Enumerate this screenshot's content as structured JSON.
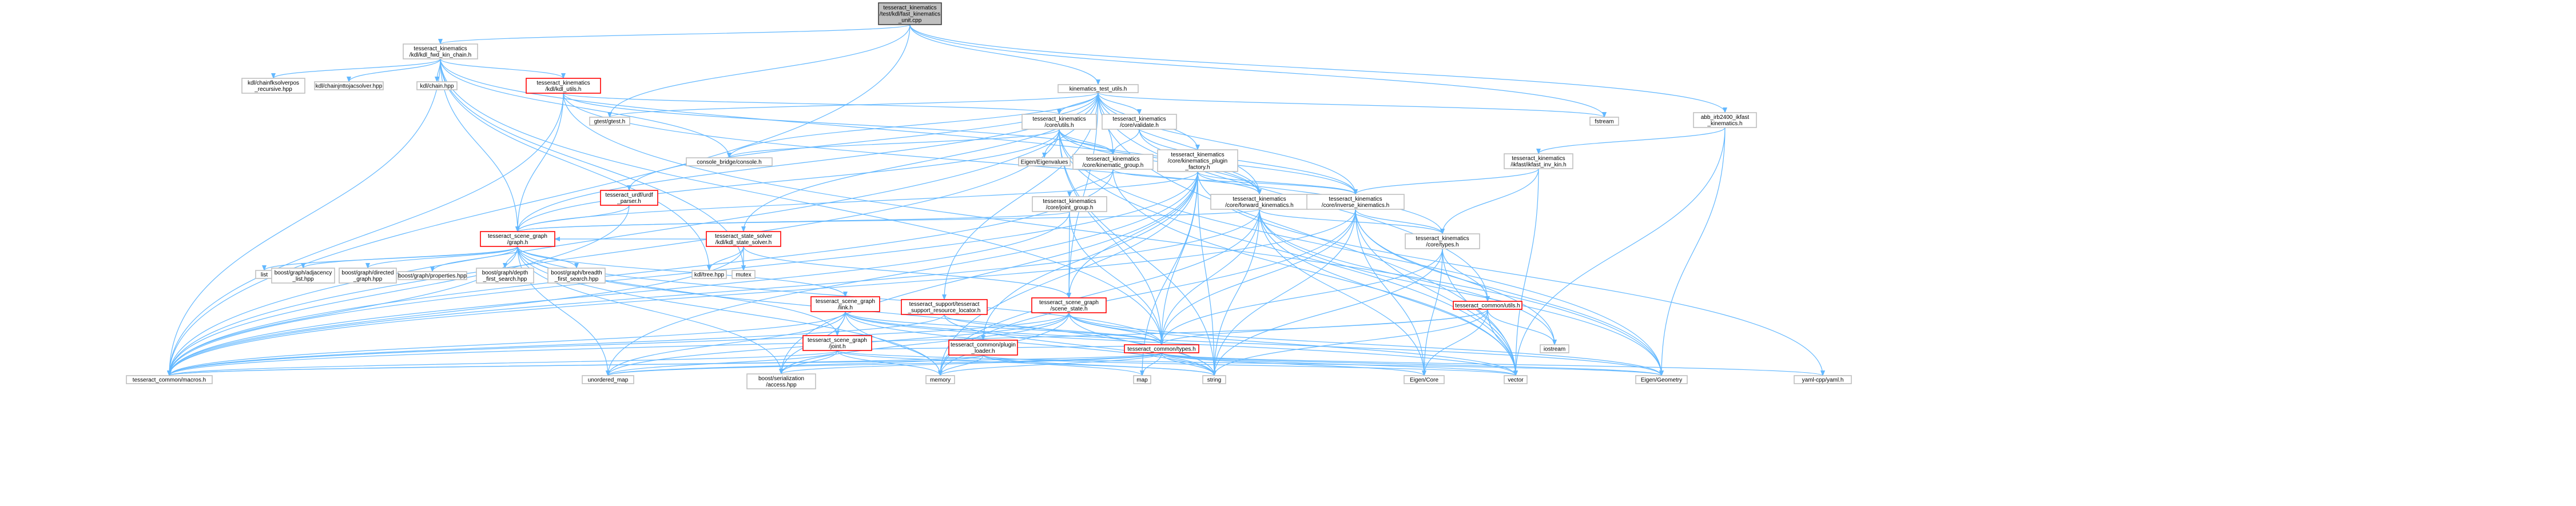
{
  "title": "",
  "colors": {
    "edge": "#63b8ff",
    "node_border": "#bfbfbf",
    "node_border_red": "#ff0000",
    "root_fill": "#bfbfbf",
    "background": "#ffffff"
  },
  "nodes": [
    {
      "id": "root",
      "lines": [
        "tesseract_kinematics",
        "/test/kdl/fast_kinematics",
        "_unit.cpp"
      ],
      "style": "root"
    },
    {
      "id": "kdl_fwd",
      "lines": [
        "tesseract_kinematics",
        "/kdl/kdl_fwd_kin_chain.h"
      ],
      "style": "gray"
    },
    {
      "id": "kin_test_utils",
      "lines": [
        "kinematics_test_utils.h"
      ],
      "style": "gray"
    },
    {
      "id": "fstream",
      "lines": [
        "fstream"
      ],
      "style": "gray"
    },
    {
      "id": "abb_irb",
      "lines": [
        "abb_irb2400_ikfast",
        "_kinematics.h"
      ],
      "style": "gray"
    },
    {
      "id": "kdl_fk_rec",
      "lines": [
        "kdl/chainfksolverpos",
        "_recursive.hpp"
      ],
      "style": "gray"
    },
    {
      "id": "kdl_jac",
      "lines": [
        "kdl/chainjnttojacsolver.hpp"
      ],
      "style": "gray"
    },
    {
      "id": "kdl_chain",
      "lines": [
        "kdl/chain.hpp"
      ],
      "style": "gray"
    },
    {
      "id": "kdl_utils",
      "lines": [
        "tesseract_kinematics",
        "/kdl/kdl_utils.h"
      ],
      "style": "red"
    },
    {
      "id": "gtest",
      "lines": [
        "gtest/gtest.h"
      ],
      "style": "gray"
    },
    {
      "id": "core_utils",
      "lines": [
        "tesseract_kinematics",
        "/core/utils.h"
      ],
      "style": "gray"
    },
    {
      "id": "core_validate",
      "lines": [
        "tesseract_kinematics",
        "/core/validate.h"
      ],
      "style": "gray"
    },
    {
      "id": "console",
      "lines": [
        "console_bridge/console.h"
      ],
      "style": "gray"
    },
    {
      "id": "eigenvalues",
      "lines": [
        "Eigen/Eigenvalues"
      ],
      "style": "gray"
    },
    {
      "id": "kin_group",
      "lines": [
        "tesseract_kinematics",
        "/core/kinematic_group.h"
      ],
      "style": "gray"
    },
    {
      "id": "plugin_factory",
      "lines": [
        "tesseract_kinematics",
        "/core/kinematics_plugin",
        "_factory.h"
      ],
      "style": "gray"
    },
    {
      "id": "ikfast_inv",
      "lines": [
        "tesseract_kinematics",
        "/ikfast/ikfast_inv_kin.h"
      ],
      "style": "gray"
    },
    {
      "id": "urdf_parser",
      "lines": [
        "tesseract_urdf/urdf",
        "_parser.h"
      ],
      "style": "red"
    },
    {
      "id": "joint_group",
      "lines": [
        "tesseract_kinematics",
        "/core/joint_group.h"
      ],
      "style": "gray"
    },
    {
      "id": "fwd_kin",
      "lines": [
        "tesseract_kinematics",
        "/core/forward_kinematics.h"
      ],
      "style": "gray"
    },
    {
      "id": "inv_kin",
      "lines": [
        "tesseract_kinematics",
        "/core/inverse_kinematics.h"
      ],
      "style": "gray"
    },
    {
      "id": "sg_graph",
      "lines": [
        "tesseract_scene_graph",
        "/graph.h"
      ],
      "style": "red"
    },
    {
      "id": "state_solver",
      "lines": [
        "tesseract_state_solver",
        "/kdl/kdl_state_solver.h"
      ],
      "style": "red"
    },
    {
      "id": "core_types",
      "lines": [
        "tesseract_kinematics",
        "/core/types.h"
      ],
      "style": "gray"
    },
    {
      "id": "list",
      "lines": [
        "list"
      ],
      "style": "gray"
    },
    {
      "id": "bg_adj",
      "lines": [
        "boost/graph/adjacency",
        "_list.hpp"
      ],
      "style": "gray"
    },
    {
      "id": "bg_dir",
      "lines": [
        "boost/graph/directed",
        "_graph.hpp"
      ],
      "style": "gray"
    },
    {
      "id": "bg_props",
      "lines": [
        "boost/graph/properties.hpp"
      ],
      "style": "gray"
    },
    {
      "id": "bg_dfs",
      "lines": [
        "boost/graph/depth",
        "_first_search.hpp"
      ],
      "style": "gray"
    },
    {
      "id": "bg_bfs",
      "lines": [
        "boost/graph/breadth",
        "_first_search.hpp"
      ],
      "style": "gray"
    },
    {
      "id": "kdl_tree",
      "lines": [
        "kdl/tree.hpp"
      ],
      "style": "gray"
    },
    {
      "id": "mutex",
      "lines": [
        "mutex"
      ],
      "style": "gray"
    },
    {
      "id": "sg_link",
      "lines": [
        "tesseract_scene_graph",
        "/link.h"
      ],
      "style": "red"
    },
    {
      "id": "res_locator",
      "lines": [
        "tesseract_support/tesseract",
        "_support_resource_locator.h"
      ],
      "style": "red"
    },
    {
      "id": "sg_state",
      "lines": [
        "tesseract_scene_graph",
        "/scene_state.h"
      ],
      "style": "red"
    },
    {
      "id": "common_utils",
      "lines": [
        "tesseract_common/utils.h"
      ],
      "style": "red"
    },
    {
      "id": "sg_joint",
      "lines": [
        "tesseract_scene_graph",
        "/joint.h"
      ],
      "style": "red"
    },
    {
      "id": "plugin_loader",
      "lines": [
        "tesseract_common/plugin",
        "_loader.h"
      ],
      "style": "red"
    },
    {
      "id": "common_types",
      "lines": [
        "tesseract_common/types.h"
      ],
      "style": "red"
    },
    {
      "id": "iostream",
      "lines": [
        "iostream"
      ],
      "style": "gray"
    },
    {
      "id": "macros",
      "lines": [
        "tesseract_common/macros.h"
      ],
      "style": "gray"
    },
    {
      "id": "unordered_map",
      "lines": [
        "unordered_map"
      ],
      "style": "gray"
    },
    {
      "id": "serialization",
      "lines": [
        "boost/serialization",
        "/access.hpp"
      ],
      "style": "gray"
    },
    {
      "id": "memory",
      "lines": [
        "memory"
      ],
      "style": "gray"
    },
    {
      "id": "map",
      "lines": [
        "map"
      ],
      "style": "gray"
    },
    {
      "id": "string",
      "lines": [
        "string"
      ],
      "style": "gray"
    },
    {
      "id": "eigen_core",
      "lines": [
        "Eigen/Core"
      ],
      "style": "gray"
    },
    {
      "id": "vector",
      "lines": [
        "vector"
      ],
      "style": "gray"
    },
    {
      "id": "eigen_geometry",
      "lines": [
        "Eigen/Geometry"
      ],
      "style": "gray"
    },
    {
      "id": "yaml",
      "lines": [
        "yaml-cpp/yaml.h"
      ],
      "style": "gray"
    }
  ],
  "edges": [
    [
      "root",
      "kdl_fwd"
    ],
    [
      "root",
      "kin_test_utils"
    ],
    [
      "root",
      "fstream"
    ],
    [
      "root",
      "abb_irb"
    ],
    [
      "root",
      "gtest"
    ],
    [
      "root",
      "macros"
    ],
    [
      "kdl_fwd",
      "kdl_fk_rec"
    ],
    [
      "kdl_fwd",
      "kdl_jac"
    ],
    [
      "kdl_fwd",
      "kdl_chain"
    ],
    [
      "kdl_fwd",
      "kdl_utils"
    ],
    [
      "kdl_fwd",
      "mutex"
    ],
    [
      "kdl_fwd",
      "console"
    ],
    [
      "kdl_fwd",
      "fwd_kin"
    ],
    [
      "kdl_fwd",
      "sg_graph"
    ],
    [
      "kdl_fwd",
      "kdl_tree"
    ],
    [
      "kdl_fwd",
      "macros"
    ],
    [
      "kdl_fwd",
      "common_types"
    ],
    [
      "kdl_utils",
      "sg_graph"
    ],
    [
      "kdl_utils",
      "core_utils"
    ],
    [
      "kdl_utils",
      "core_types"
    ],
    [
      "kdl_utils",
      "kin_group"
    ],
    [
      "kdl_utils",
      "eigen_geometry"
    ],
    [
      "kdl_utils",
      "macros"
    ],
    [
      "kin_test_utils",
      "gtest"
    ],
    [
      "kin_test_utils",
      "fstream"
    ],
    [
      "kin_test_utils",
      "core_utils"
    ],
    [
      "kin_test_utils",
      "core_validate"
    ],
    [
      "kin_test_utils",
      "plugin_factory"
    ],
    [
      "kin_test_utils",
      "kin_group"
    ],
    [
      "kin_test_utils",
      "fwd_kin"
    ],
    [
      "kin_test_utils",
      "inv_kin"
    ],
    [
      "kin_test_utils",
      "sg_graph"
    ],
    [
      "kin_test_utils",
      "state_solver"
    ],
    [
      "kin_test_utils",
      "res_locator"
    ],
    [
      "kin_test_utils",
      "urdf_parser"
    ],
    [
      "kin_test_utils",
      "macros"
    ],
    [
      "kin_test_utils",
      "common_utils"
    ],
    [
      "kin_test_utils",
      "vector"
    ],
    [
      "kin_test_utils",
      "console"
    ],
    [
      "kin_test_utils",
      "sg_state"
    ],
    [
      "abb_irb",
      "ikfast_inv"
    ],
    [
      "abb_irb",
      "vector"
    ],
    [
      "abb_irb",
      "eigen_geometry"
    ],
    [
      "core_utils",
      "console"
    ],
    [
      "core_utils",
      "eigenvalues"
    ],
    [
      "core_utils",
      "kin_group"
    ],
    [
      "core_utils",
      "fwd_kin"
    ],
    [
      "core_utils",
      "inv_kin"
    ],
    [
      "core_utils",
      "sg_graph"
    ],
    [
      "core_utils",
      "common_types"
    ],
    [
      "core_utils",
      "macros"
    ],
    [
      "core_utils",
      "eigen_geometry"
    ],
    [
      "core_utils",
      "vector"
    ],
    [
      "core_utils",
      "string"
    ],
    [
      "core_validate",
      "kin_group"
    ],
    [
      "core_validate",
      "fwd_kin"
    ],
    [
      "core_validate",
      "inv_kin"
    ],
    [
      "kin_group",
      "joint_group"
    ],
    [
      "kin_group",
      "inv_kin"
    ],
    [
      "kin_group",
      "macros"
    ],
    [
      "kin_group",
      "vector"
    ],
    [
      "plugin_factory",
      "fwd_kin"
    ],
    [
      "plugin_factory",
      "inv_kin"
    ],
    [
      "plugin_factory",
      "sg_graph"
    ],
    [
      "plugin_factory",
      "sg_state"
    ],
    [
      "plugin_factory",
      "plugin_loader"
    ],
    [
      "plugin_factory",
      "common_types"
    ],
    [
      "plugin_factory",
      "yaml"
    ],
    [
      "plugin_factory",
      "memory"
    ],
    [
      "plugin_factory",
      "map"
    ],
    [
      "plugin_factory",
      "string"
    ],
    [
      "plugin_factory",
      "unordered_map"
    ],
    [
      "plugin_factory",
      "serialization"
    ],
    [
      "plugin_factory",
      "macros"
    ],
    [
      "ikfast_inv",
      "inv_kin"
    ],
    [
      "ikfast_inv",
      "core_types"
    ],
    [
      "ikfast_inv",
      "vector"
    ],
    [
      "urdf_parser",
      "sg_graph"
    ],
    [
      "urdf_parser",
      "macros"
    ],
    [
      "joint_group",
      "sg_graph"
    ],
    [
      "joint_group",
      "sg_state"
    ],
    [
      "joint_group",
      "common_types"
    ],
    [
      "joint_group",
      "macros"
    ],
    [
      "fwd_kin",
      "core_types"
    ],
    [
      "fwd_kin",
      "common_types"
    ],
    [
      "fwd_kin",
      "macros"
    ],
    [
      "fwd_kin",
      "vector"
    ],
    [
      "fwd_kin",
      "string"
    ],
    [
      "fwd_kin",
      "memory"
    ],
    [
      "fwd_kin",
      "eigen_core"
    ],
    [
      "fwd_kin",
      "eigen_geometry"
    ],
    [
      "fwd_kin",
      "iostream"
    ],
    [
      "fwd_kin",
      "sg_graph"
    ],
    [
      "inv_kin",
      "core_types"
    ],
    [
      "inv_kin",
      "common_types"
    ],
    [
      "inv_kin",
      "macros"
    ],
    [
      "inv_kin",
      "vector"
    ],
    [
      "inv_kin",
      "string"
    ],
    [
      "inv_kin",
      "memory"
    ],
    [
      "inv_kin",
      "eigen_core"
    ],
    [
      "inv_kin",
      "eigen_geometry"
    ],
    [
      "inv_kin",
      "iostream"
    ],
    [
      "sg_graph",
      "list"
    ],
    [
      "sg_graph",
      "bg_adj"
    ],
    [
      "sg_graph",
      "bg_dir"
    ],
    [
      "sg_graph",
      "bg_props"
    ],
    [
      "sg_graph",
      "bg_dfs"
    ],
    [
      "sg_graph",
      "bg_bfs"
    ],
    [
      "sg_graph",
      "sg_link"
    ],
    [
      "sg_graph",
      "sg_joint"
    ],
    [
      "sg_graph",
      "macros"
    ],
    [
      "sg_graph",
      "common_types"
    ],
    [
      "sg_graph",
      "unordered_map"
    ],
    [
      "sg_graph",
      "serialization"
    ],
    [
      "sg_graph",
      "string"
    ],
    [
      "sg_graph",
      "memory"
    ],
    [
      "state_solver",
      "kdl_tree"
    ],
    [
      "state_solver",
      "mutex"
    ],
    [
      "state_solver",
      "sg_graph"
    ],
    [
      "state_solver",
      "macros"
    ],
    [
      "state_solver",
      "sg_state"
    ],
    [
      "core_types",
      "common_utils"
    ],
    [
      "core_types",
      "common_types"
    ],
    [
      "core_types",
      "vector"
    ],
    [
      "core_types",
      "string"
    ],
    [
      "core_types",
      "eigen_core"
    ],
    [
      "sg_link",
      "sg_joint"
    ],
    [
      "sg_link",
      "macros"
    ],
    [
      "sg_link",
      "common_types"
    ],
    [
      "sg_link",
      "memory"
    ],
    [
      "sg_link",
      "string"
    ],
    [
      "sg_link",
      "vector"
    ],
    [
      "sg_link",
      "serialization"
    ],
    [
      "sg_link",
      "unordered_map"
    ],
    [
      "sg_link",
      "eigen_geometry"
    ],
    [
      "res_locator",
      "macros"
    ],
    [
      "res_locator",
      "common_types"
    ],
    [
      "res_locator",
      "string"
    ],
    [
      "sg_state",
      "macros"
    ],
    [
      "sg_state",
      "common_types"
    ],
    [
      "sg_state",
      "unordered_map"
    ],
    [
      "sg_state",
      "eigen_geometry"
    ],
    [
      "sg_state",
      "serialization"
    ],
    [
      "sg_state",
      "string"
    ],
    [
      "sg_state",
      "memory"
    ],
    [
      "sg_state",
      "vector"
    ],
    [
      "common_utils",
      "common_types"
    ],
    [
      "common_utils",
      "iostream"
    ],
    [
      "common_utils",
      "eigen_core"
    ],
    [
      "common_utils",
      "vector"
    ],
    [
      "common_utils",
      "string"
    ],
    [
      "common_utils",
      "macros"
    ],
    [
      "sg_joint",
      "macros"
    ],
    [
      "sg_joint",
      "common_types"
    ],
    [
      "sg_joint",
      "string"
    ],
    [
      "sg_joint",
      "memory"
    ],
    [
      "sg_joint",
      "serialization"
    ],
    [
      "sg_joint",
      "unordered_map"
    ],
    [
      "sg_joint",
      "eigen_geometry"
    ],
    [
      "plugin_loader",
      "macros"
    ],
    [
      "plugin_loader",
      "string"
    ],
    [
      "plugin_loader",
      "vector"
    ],
    [
      "plugin_loader",
      "memory"
    ],
    [
      "plugin_loader",
      "map"
    ],
    [
      "plugin_loader",
      "unordered_map"
    ],
    [
      "common_types",
      "macros"
    ],
    [
      "common_types",
      "unordered_map"
    ],
    [
      "common_types",
      "serialization"
    ],
    [
      "common_types",
      "memory"
    ],
    [
      "common_types",
      "map"
    ],
    [
      "common_types",
      "string"
    ],
    [
      "common_types",
      "eigen_core"
    ],
    [
      "common_types",
      "vector"
    ],
    [
      "common_types",
      "eigen_geometry"
    ],
    [
      "common_types",
      "yaml"
    ]
  ]
}
